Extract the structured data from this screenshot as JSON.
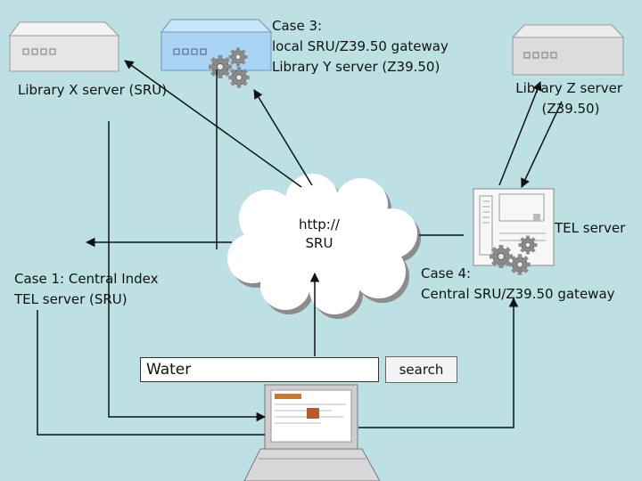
{
  "labels": {
    "case3_line1": "Case 3:",
    "case3_line2": "local SRU/Z39.50 gateway",
    "case3_line3": "Library Y server (Z39.50)",
    "library_x": "Library X server (SRU)",
    "library_z_line1": "Library Z server",
    "library_z_line2": "(Z39.50)",
    "cloud_line1": "http://",
    "cloud_line2": "SRU",
    "tel_server": "TEL server",
    "case1_line1": "Case 1: Central Index",
    "case1_line2": "TEL server (SRU)",
    "case4_line1": "Case 4:",
    "case4_line2": "Central SRU/Z39.50 gateway"
  },
  "search": {
    "value": "Water",
    "button_label": "search"
  },
  "colors": {
    "background": "#bde0e4",
    "server_gray": "#dcdcdc",
    "server_blue": "#a9d4f3",
    "gear": "#8a8a8a",
    "line": "#111111"
  }
}
